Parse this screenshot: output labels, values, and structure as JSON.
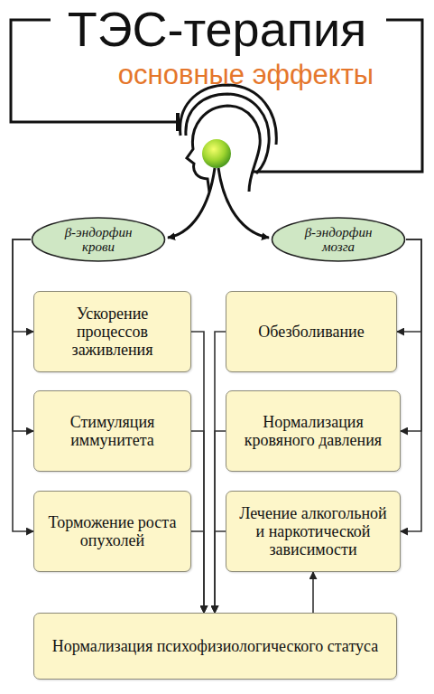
{
  "diagram": {
    "title": "ТЭС-терапия",
    "nodes": [
      {
        "text": [
          "β-эндорфин крови"
        ]
      },
      {
        "text": [
          "β-эндорфин мозга"
        ]
      },
      {
        "text": [
          "Ускорение процессов заживления"
        ]
      },
      {
        "text": [
          "Обезболивание"
        ]
      },
      {
        "text": [
          "Стимуляция иммунитета"
        ]
      },
      {
        "text": [
          "Нормализация кровяного давления"
        ]
      },
      {
        "text": [
          "Торможение роста опухолей"
        ]
      },
      {
        "text": [
          "Лечение алкогольной и наркотической зависимости"
        ]
      },
      {
        "text": [
          "Нормализация психофизиологического статуса"
        ]
      }
    ],
    "edges": [
      {
        "from": 0,
        "to": 2,
        "arrow": "to"
      },
      {
        "from": 0,
        "to": 4,
        "arrow": "to"
      },
      {
        "from": 0,
        "to": 6,
        "arrow": "to"
      },
      {
        "from": 1,
        "to": 3,
        "arrow": "to"
      },
      {
        "from": 1,
        "to": 5,
        "arrow": "to"
      },
      {
        "from": 1,
        "to": 7,
        "arrow": "to"
      },
      {
        "from": 2,
        "to": 8,
        "arrow": "to"
      },
      {
        "from": 4,
        "to": 8,
        "arrow": "to"
      },
      {
        "from": 6,
        "to": 8,
        "arrow": "to"
      },
      {
        "from": 3,
        "to": 8,
        "arrow": "to"
      },
      {
        "from": 5,
        "to": 8,
        "arrow": "to"
      },
      {
        "from": 7,
        "to": 8,
        "arrow": "to"
      },
      {
        "from": 8,
        "to": 7,
        "arrow": "to"
      }
    ],
    "labels": [
      "основные эффекты"
    ]
  }
}
